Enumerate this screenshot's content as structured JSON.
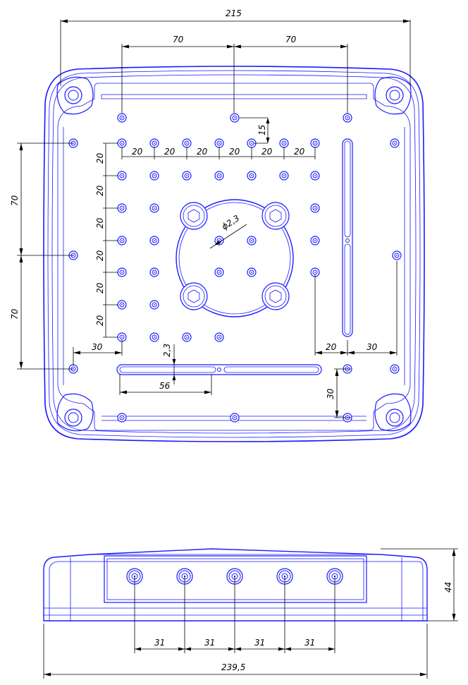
{
  "plan_view": {
    "dim_overall_width": "215",
    "dim_hole_spacing_top_left": "70",
    "dim_hole_spacing_top_right": "70",
    "dim_vertical_upper": "70",
    "dim_vertical_lower": "70",
    "dim_offset_15": "15",
    "dim_grid_x": [
      "20",
      "20",
      "20",
      "20",
      "20",
      "20"
    ],
    "dim_grid_y": [
      "20",
      "20",
      "20",
      "20",
      "20",
      "20"
    ],
    "dim_hole_diameter": "ϕ2,3",
    "dim_left_offset": "30",
    "dim_slot_width_left": "2,3",
    "dim_slot_length": "56",
    "dim_right_20": "20",
    "dim_right_30": "30",
    "dim_bottom_right_30": "30"
  },
  "side_view": {
    "dim_height": "44",
    "dim_port_spacing": [
      "31",
      "31",
      "31",
      "31"
    ],
    "dim_overall_length": "239,5"
  },
  "colors": {
    "outline": "#1a1aff",
    "dimension": "#000000"
  }
}
